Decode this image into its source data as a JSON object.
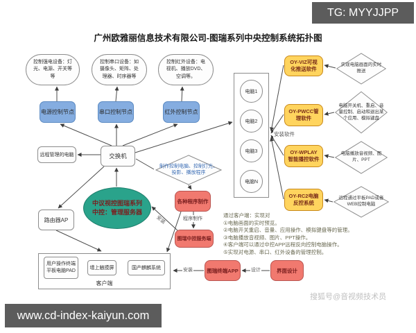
{
  "title": "广州欧雅丽信息技术有限公司-图瑞系列中央控制系统拓扑图",
  "badges": {
    "tg": "TG: MYYJJPP",
    "url": "www.cd-index-kaiyun.com",
    "sohu": "搜狐号@音视频技术员"
  },
  "device_groups": [
    {
      "label": "控制强电设备：灯光、电源、开关等等"
    },
    {
      "label": "控制串口设备：如摄像头、矩阵、处理器、时序器等"
    },
    {
      "label": "控制红外设备：电视机、播放DVD、空调等。"
    }
  ],
  "control_nodes": [
    {
      "label": "电源控制节点"
    },
    {
      "label": "串口控制节点"
    },
    {
      "label": "红外控制节点"
    }
  ],
  "network": {
    "remote_pc": "远程管理的电脑",
    "switch": "交换机",
    "server": "中议视控图瑞系列中控：管理服务器",
    "router": "路由器AP"
  },
  "client": {
    "container_label": "客户端",
    "devices": [
      {
        "label": "用户操作终端平板电脑PAD"
      },
      {
        "label": "墙上触摸屏"
      },
      {
        "label": "国产麒麟系统"
      }
    ]
  },
  "production": {
    "diamond": "制作控制电脑、控制灯光、投影、播放程序",
    "step1": "各种程序制作",
    "step2": "图瑞中控服务端",
    "terminal_app": "图瑞终端APP",
    "ui_design": "界面设计",
    "labels": {
      "program": "程序制作",
      "install_server": "安装",
      "install_app": "安装",
      "design": "设计"
    }
  },
  "computers": {
    "install_label": "安装软件",
    "items": [
      {
        "label": "电脑1"
      },
      {
        "label": "电脑2"
      },
      {
        "label": "电脑3"
      },
      {
        "label": "电脑N"
      }
    ]
  },
  "software": [
    {
      "label": "OY-VIZ可视化推送软件",
      "desc": "实现电脑画面的实时推送"
    },
    {
      "label": "OY-PWCC管理软件",
      "desc": "电脑开关机、重启、音量控制、启动和退出某个应用、模拟键盘"
    },
    {
      "label": "OY-WPLAY智能播控软件",
      "desc": "电脑播放音视频、图片、PPT"
    },
    {
      "label": "OY-RC2电脑反控系统",
      "desc": "远程通过平板PAD或者WEB控制电脑"
    }
  ],
  "client_functions": {
    "lines": [
      "通过客户端：实现对",
      "①电脑画面的实时预览。",
      "②电脑开关重启、音量、应用操作、模拟键盘等的管理。",
      "③电脑播放音视频、图片、PPT操作。",
      "④客户端可以通过中控APP远程反向控制电脑操作。",
      "⑤实现对电源、串口、红外设备的管理控制。"
    ]
  },
  "colors": {
    "node_blue": "#85ade0",
    "server_green": "#2aa38b",
    "box_red": "#f1796f",
    "box_yellow": "#ffd45e",
    "badge_gray": "#5c5c5c"
  }
}
